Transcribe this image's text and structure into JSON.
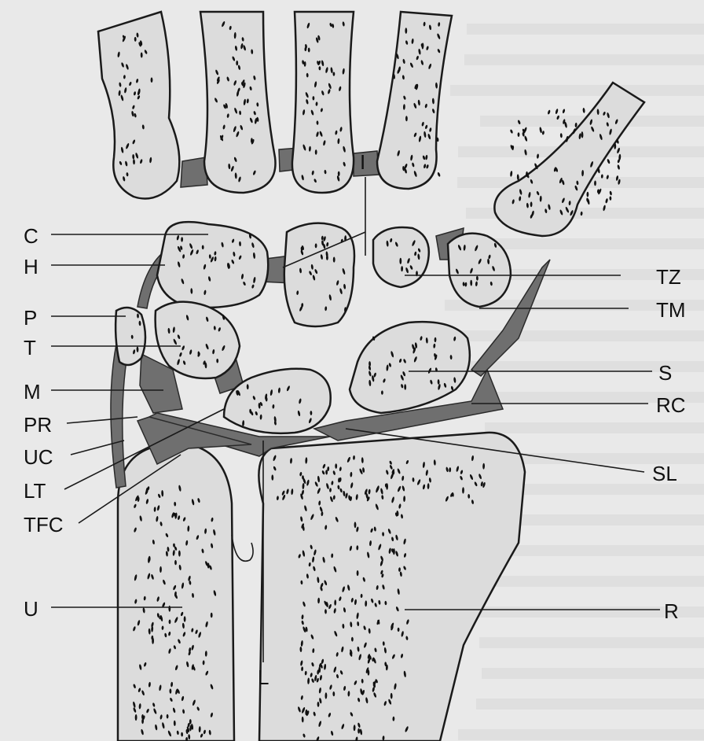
{
  "figure": {
    "title": "",
    "background_color": "#e9e9e9",
    "bone_color": "#dcdcdc",
    "ligament_color": "#6f6f6f",
    "left_labels": [
      {
        "id": "C",
        "text": "C"
      },
      {
        "id": "H",
        "text": "H"
      },
      {
        "id": "P",
        "text": "P"
      },
      {
        "id": "T",
        "text": "T"
      },
      {
        "id": "M",
        "text": "M"
      },
      {
        "id": "PR",
        "text": "PR"
      },
      {
        "id": "UC",
        "text": "UC"
      },
      {
        "id": "LT",
        "text": "LT"
      },
      {
        "id": "TFC",
        "text": "TFC"
      },
      {
        "id": "U",
        "text": "U"
      }
    ],
    "right_labels": [
      {
        "id": "TZ",
        "text": "TZ"
      },
      {
        "id": "TM",
        "text": "TM"
      },
      {
        "id": "S",
        "text": "S"
      },
      {
        "id": "RC",
        "text": "RC"
      },
      {
        "id": "SL",
        "text": "SL"
      },
      {
        "id": "R",
        "text": "R"
      }
    ],
    "inner_labels": [
      {
        "id": "I",
        "text": "I"
      },
      {
        "id": "L",
        "text": "L"
      }
    ]
  }
}
